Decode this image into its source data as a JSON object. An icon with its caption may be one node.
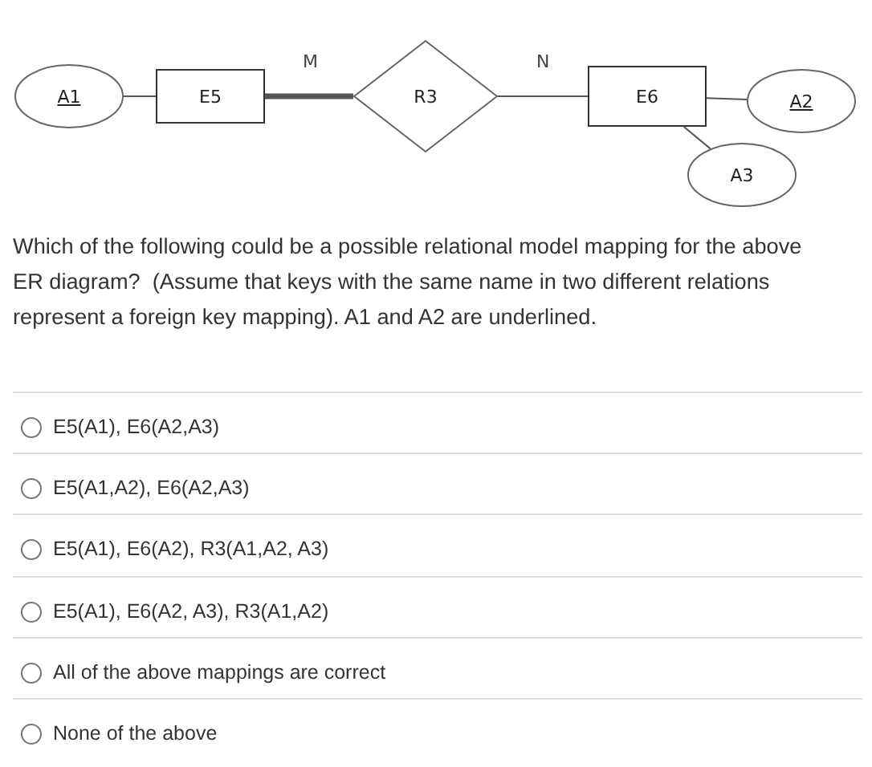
{
  "diagram": {
    "nodes": [
      {
        "text": [
          "A1"
        ]
      },
      {
        "text": [
          "E5"
        ]
      },
      {
        "text": [
          "R3"
        ]
      },
      {
        "text": [
          "E6"
        ]
      },
      {
        "text": [
          "A2"
        ]
      },
      {
        "text": [
          "A3"
        ]
      }
    ],
    "edges": [
      {
        "from": 0,
        "to": 1,
        "arrow": "none"
      },
      {
        "from": 1,
        "to": 2,
        "arrow": "none",
        "label": "M",
        "style": "thick"
      },
      {
        "from": 2,
        "to": 3,
        "arrow": "none",
        "label": "N"
      },
      {
        "from": 3,
        "to": 4,
        "arrow": "none"
      },
      {
        "from": 3,
        "to": 5,
        "arrow": "none"
      }
    ],
    "labels": [
      "Which of the following could be a possible relational model mapping for the above ER diagram?  (Assume that keys with the same name in two different relations represent a foreign key mapping). A1 and A2 are underlined.",
      "E5(A1), E6(A2,A3)",
      "E5(A1,A2), E6(A2,A3)",
      "E5(A1), E6(A2), R3(A1,A2, A3)",
      "E5(A1), E6(A2, A3), R3(A1,A2)",
      "All of the above mappings are correct",
      "None of the above"
    ]
  }
}
